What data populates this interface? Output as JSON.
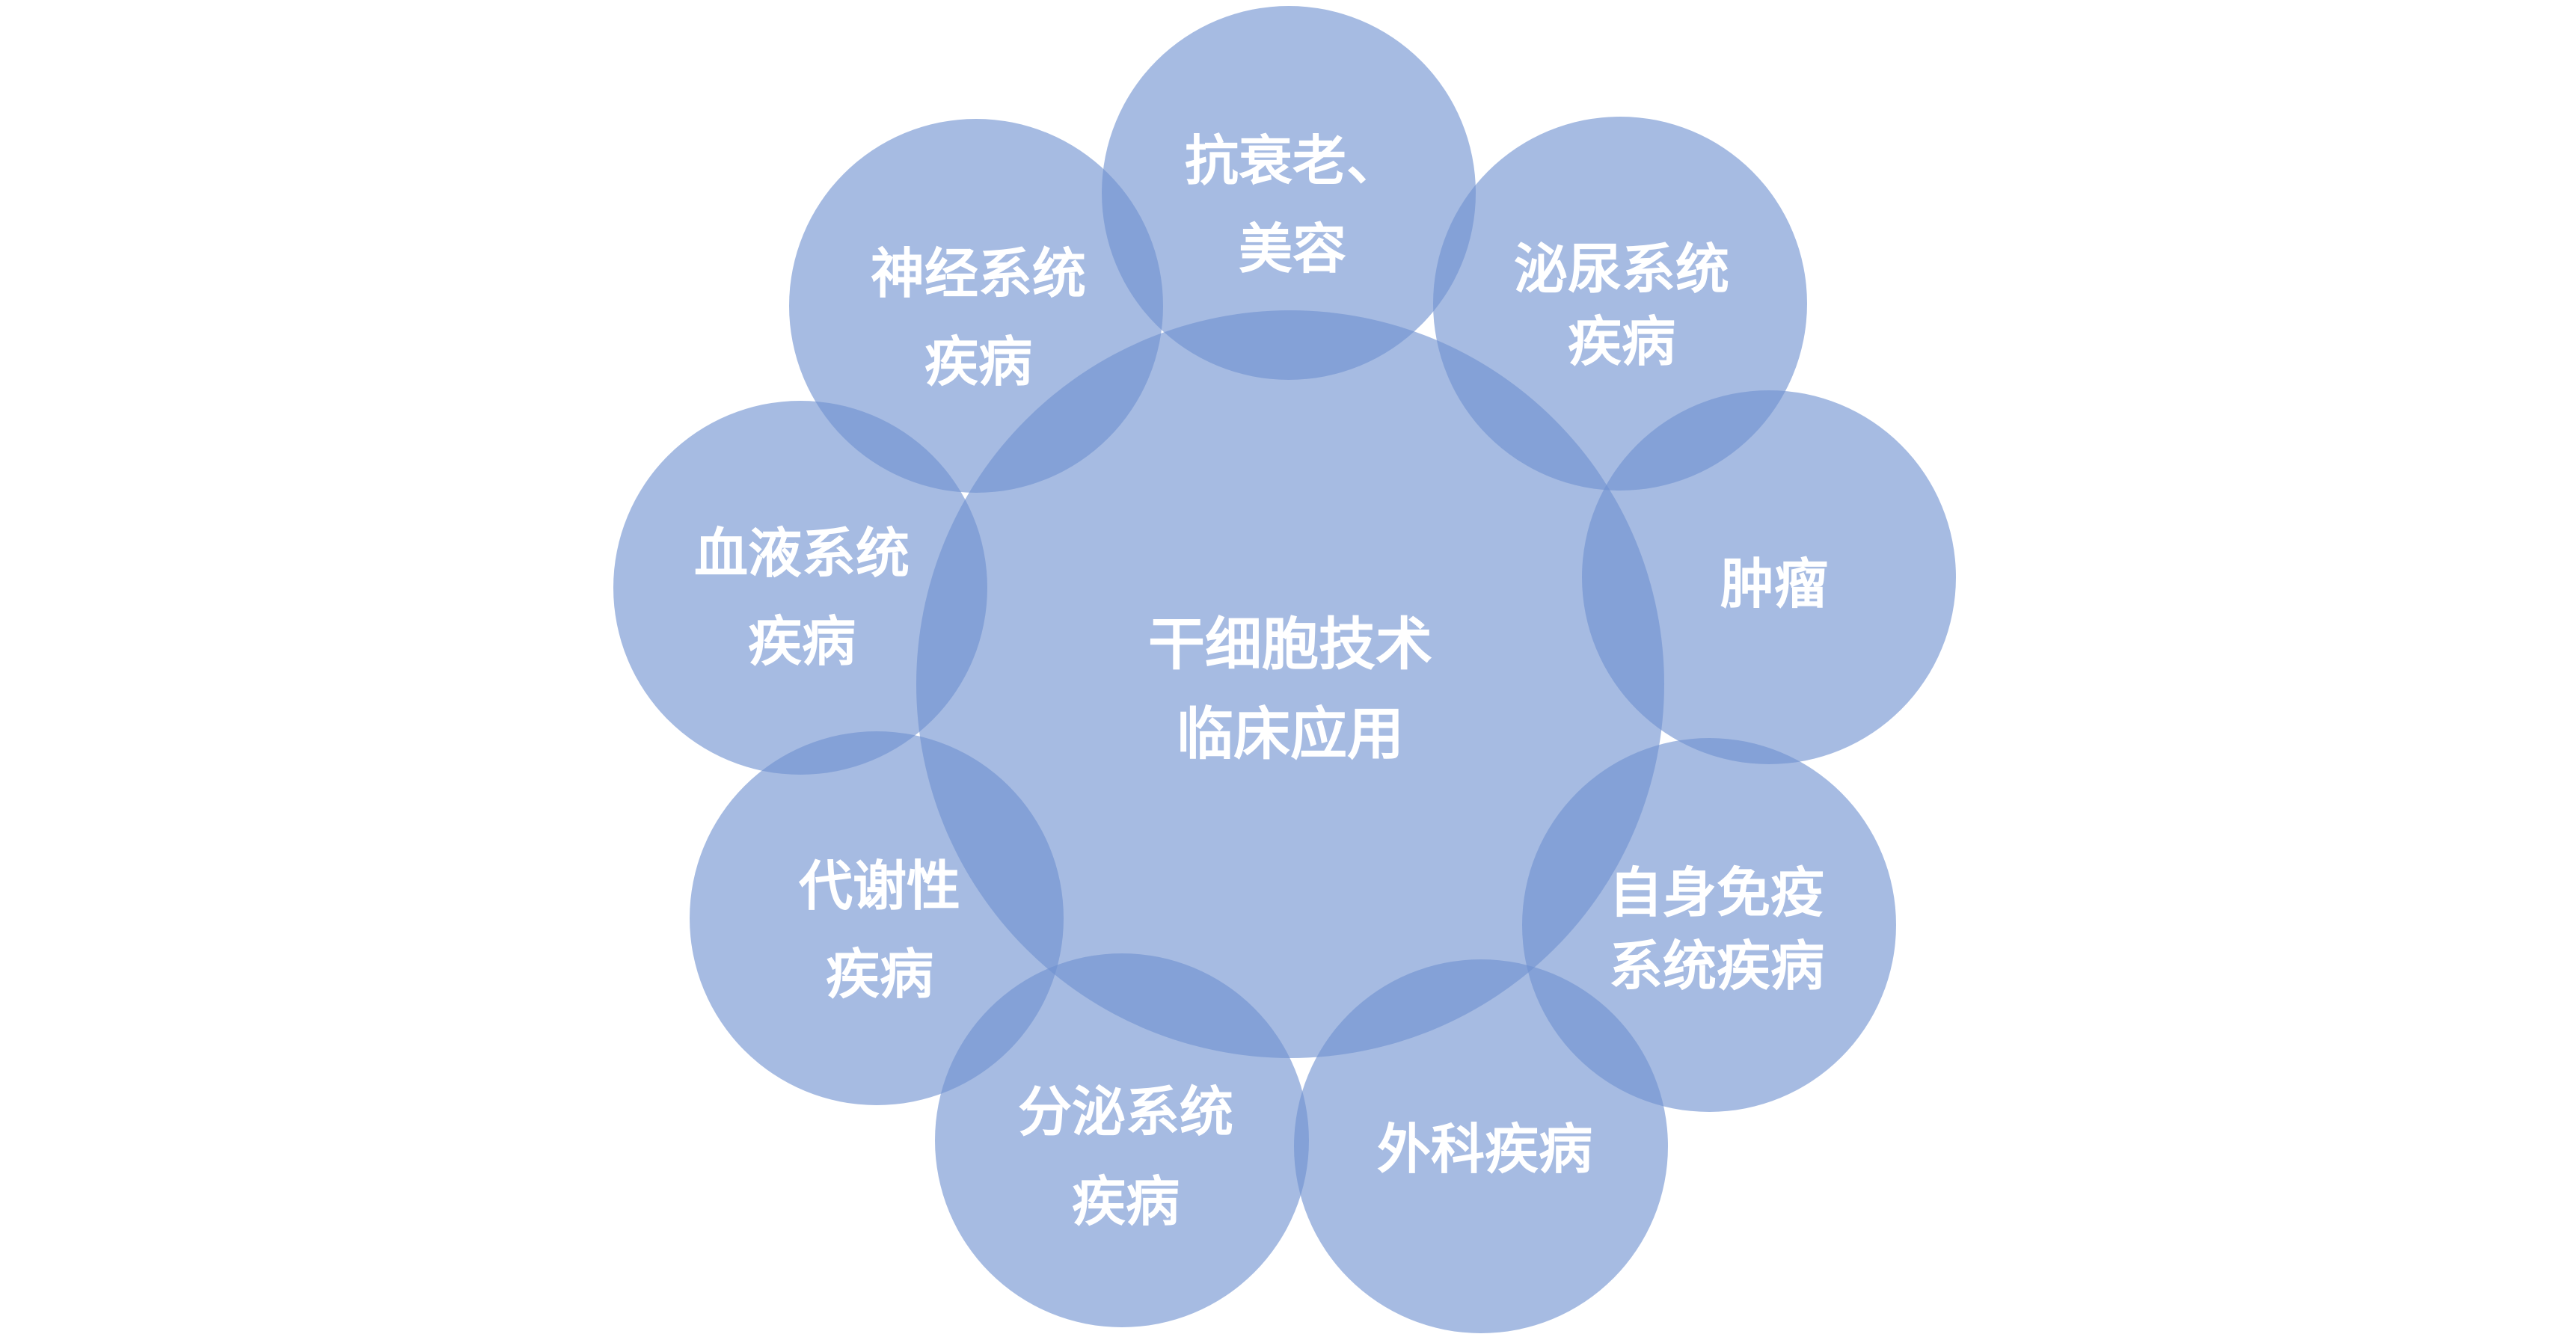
{
  "colors": {
    "background": "#ffffff",
    "circle_fill": "#7092d0",
    "label_text": "#ffffff"
  },
  "diagram": {
    "center": {
      "lines": [
        "干细胞技术",
        "临床应用"
      ]
    },
    "outer": [
      {
        "id": "anti-aging",
        "lines": [
          "抗衰老、",
          "美容"
        ]
      },
      {
        "id": "urinary",
        "lines": [
          "泌尿系统",
          "疾病"
        ]
      },
      {
        "id": "tumor",
        "lines": [
          "肿瘤"
        ]
      },
      {
        "id": "autoimmune",
        "lines": [
          "自身免疫",
          "系统疾病"
        ]
      },
      {
        "id": "surgical",
        "lines": [
          "外科疾病"
        ]
      },
      {
        "id": "endocrine",
        "lines": [
          "分泌系统",
          "疾病"
        ]
      },
      {
        "id": "metabolic",
        "lines": [
          "代谢性",
          "疾病"
        ]
      },
      {
        "id": "blood",
        "lines": [
          "血液系统",
          "疾病"
        ]
      },
      {
        "id": "neuro",
        "lines": [
          "神经系统",
          "疾病"
        ]
      }
    ]
  }
}
